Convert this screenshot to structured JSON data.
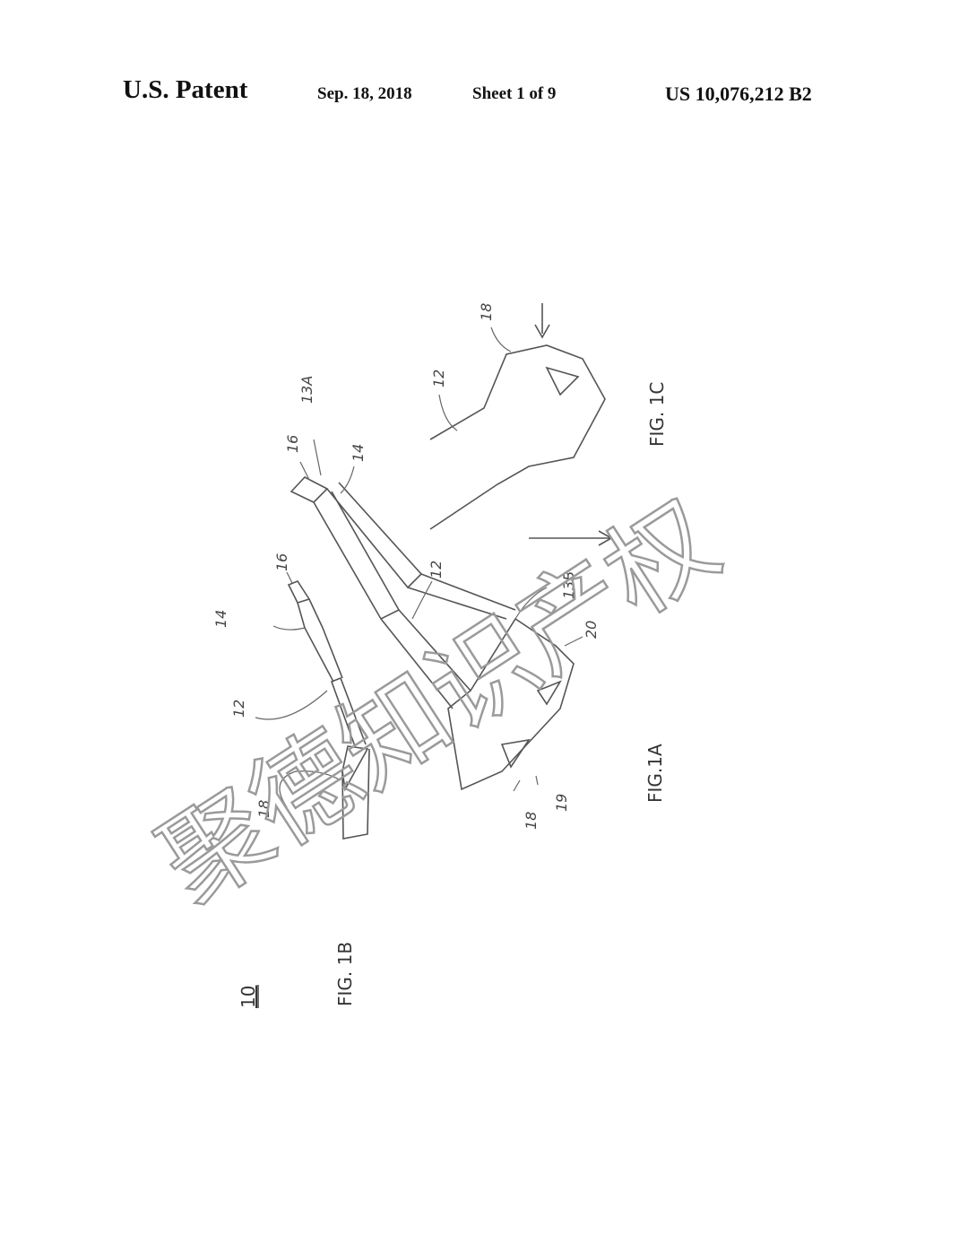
{
  "header": {
    "title": "U.S. Patent",
    "date": "Sep. 18, 2018",
    "sheet": "Sheet 1 of 9",
    "patent_number": "US 10,076,212 B2"
  },
  "figures": {
    "fig_1a": "FIG.1A",
    "fig_1b": "FIG. 1B",
    "fig_1c": "FIG. 1C",
    "assembly_ref": "10"
  },
  "reference_numerals": {
    "r12_b": "12",
    "r14_b": "14",
    "r16_b": "16",
    "r18_b": "18",
    "r12_a": "12",
    "r14_a": "14",
    "r16_a": "16",
    "r13a": "13A",
    "r13b": "13B",
    "r18_a": "18",
    "r19": "19",
    "r20": "20",
    "r12_c": "12",
    "r18_c": "18"
  },
  "watermark": "聚德知识产权"
}
